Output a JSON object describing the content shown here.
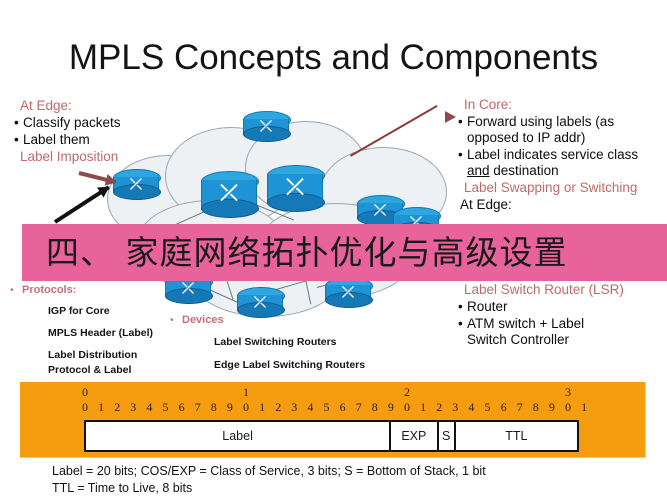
{
  "slide": {
    "title": "MPLS Concepts and Components"
  },
  "left_column": {
    "heading": "At Edge:",
    "bullets": [
      "Classify packets",
      "Label them"
    ],
    "note": "Label Imposition"
  },
  "right_column": {
    "heading": "In Core:",
    "bullets": [
      "Forward using labels (as opposed to IP addr)",
      "Label indicates service class and destination"
    ],
    "bullet1_line1": "Forward using labels (as",
    "bullet1_line2": "opposed to IP addr)",
    "bullet2_line1": "Label indicates service class",
    "bullet2_line2_underlined": "and",
    "bullet2_line2_rest": " destination",
    "note": "Label Swapping or Switching",
    "at_edge": "At Edge:"
  },
  "banner": {
    "text": "四、 家庭网络拓扑优化与高级设置",
    "background_color": "#e8629b",
    "text_color": "#1a1a1a"
  },
  "protocols": {
    "heading": "Protocols:",
    "items": [
      "IGP for Core",
      "MPLS Header (Label)",
      "Label Distribution",
      "Protocol & Label"
    ],
    "item3_line1": "Label Distribution",
    "item3_line2": "Protocol & Label"
  },
  "devices": {
    "heading": "Devices",
    "items": [
      "Label Switching Routers",
      "Edge Label Switching Routers"
    ]
  },
  "lsr_column": {
    "heading": "Label Switch Router (LSR)",
    "bullets": [
      "Router",
      "ATM switch + Label Switch Controller"
    ],
    "bullet2_line1": "ATM switch + Label",
    "bullet2_line2": "Switch Controller"
  },
  "header_diagram": {
    "background_color": "#f59c10",
    "ruler_major": [
      "0",
      "1",
      "2",
      "3"
    ],
    "ruler_major_positions": [
      0,
      10,
      20,
      30
    ],
    "ruler_minor": [
      "0",
      "1",
      "2",
      "3",
      "4",
      "5",
      "6",
      "7",
      "8",
      "9",
      "0",
      "1",
      "2",
      "3",
      "4",
      "5",
      "6",
      "7",
      "8",
      "9",
      "0",
      "1",
      "2",
      "3",
      "4",
      "5",
      "6",
      "7",
      "8",
      "9",
      "0",
      "1"
    ],
    "fields": [
      {
        "label": "Label",
        "bits": 20
      },
      {
        "label": "EXP",
        "bits": 3
      },
      {
        "label": "S",
        "bits": 1
      },
      {
        "label": "TTL",
        "bits": 8
      }
    ],
    "caption_line1": "Label = 20 bits; COS/EXP = Class of Service, 3 bits; S = Bottom of Stack, 1 bit",
    "caption_line2": "TTL = Time to Live, 8 bits"
  },
  "diagram": {
    "icon_name": "router-icon",
    "router_count": 9,
    "cloud_label": ""
  }
}
